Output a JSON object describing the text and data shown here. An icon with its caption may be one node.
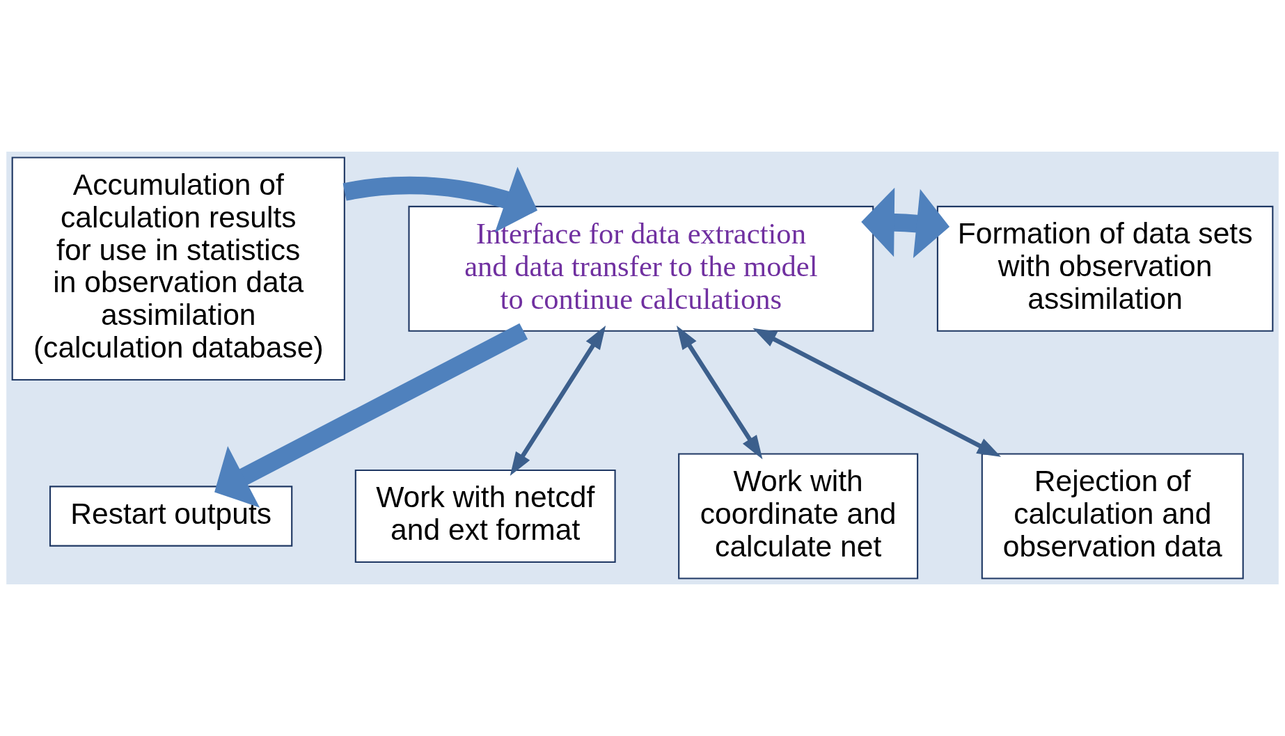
{
  "diagram": {
    "nodes": [
      {
        "text": [
          "Restart outputs"
        ]
      },
      {
        "text": [
          "Accumulation of calculation results for use in statistics in observation data assimilation (calculation database)"
        ]
      },
      {
        "text": [
          "Interface for data extraction and data transfer to the model to continue calculations"
        ]
      },
      {
        "text": [
          "Formation of data sets with observation assimilation"
        ]
      },
      {
        "text": [
          "Work with netcdf and ext format"
        ]
      },
      {
        "text": [
          "Work with coordinate and calculate net"
        ]
      },
      {
        "text": [
          "Rejection of calculation and observation data"
        ]
      }
    ],
    "edges": [
      {
        "from": 2,
        "to": 0,
        "arrow": "to",
        "style": "thick",
        "color": "#4f81bd"
      },
      {
        "from": 1,
        "to": 2,
        "arrow": "to",
        "style": "thick",
        "color": "#4f81bd"
      },
      {
        "from": 2,
        "to": 3,
        "arrow": "both",
        "style": "thick",
        "color": "#4f81bd"
      },
      {
        "from": 2,
        "to": 4,
        "arrow": "both"
      },
      {
        "from": 2,
        "to": 6,
        "arrow": "both"
      },
      {
        "from": 2,
        "to": 5,
        "arrow": "both"
      }
    ]
  }
}
